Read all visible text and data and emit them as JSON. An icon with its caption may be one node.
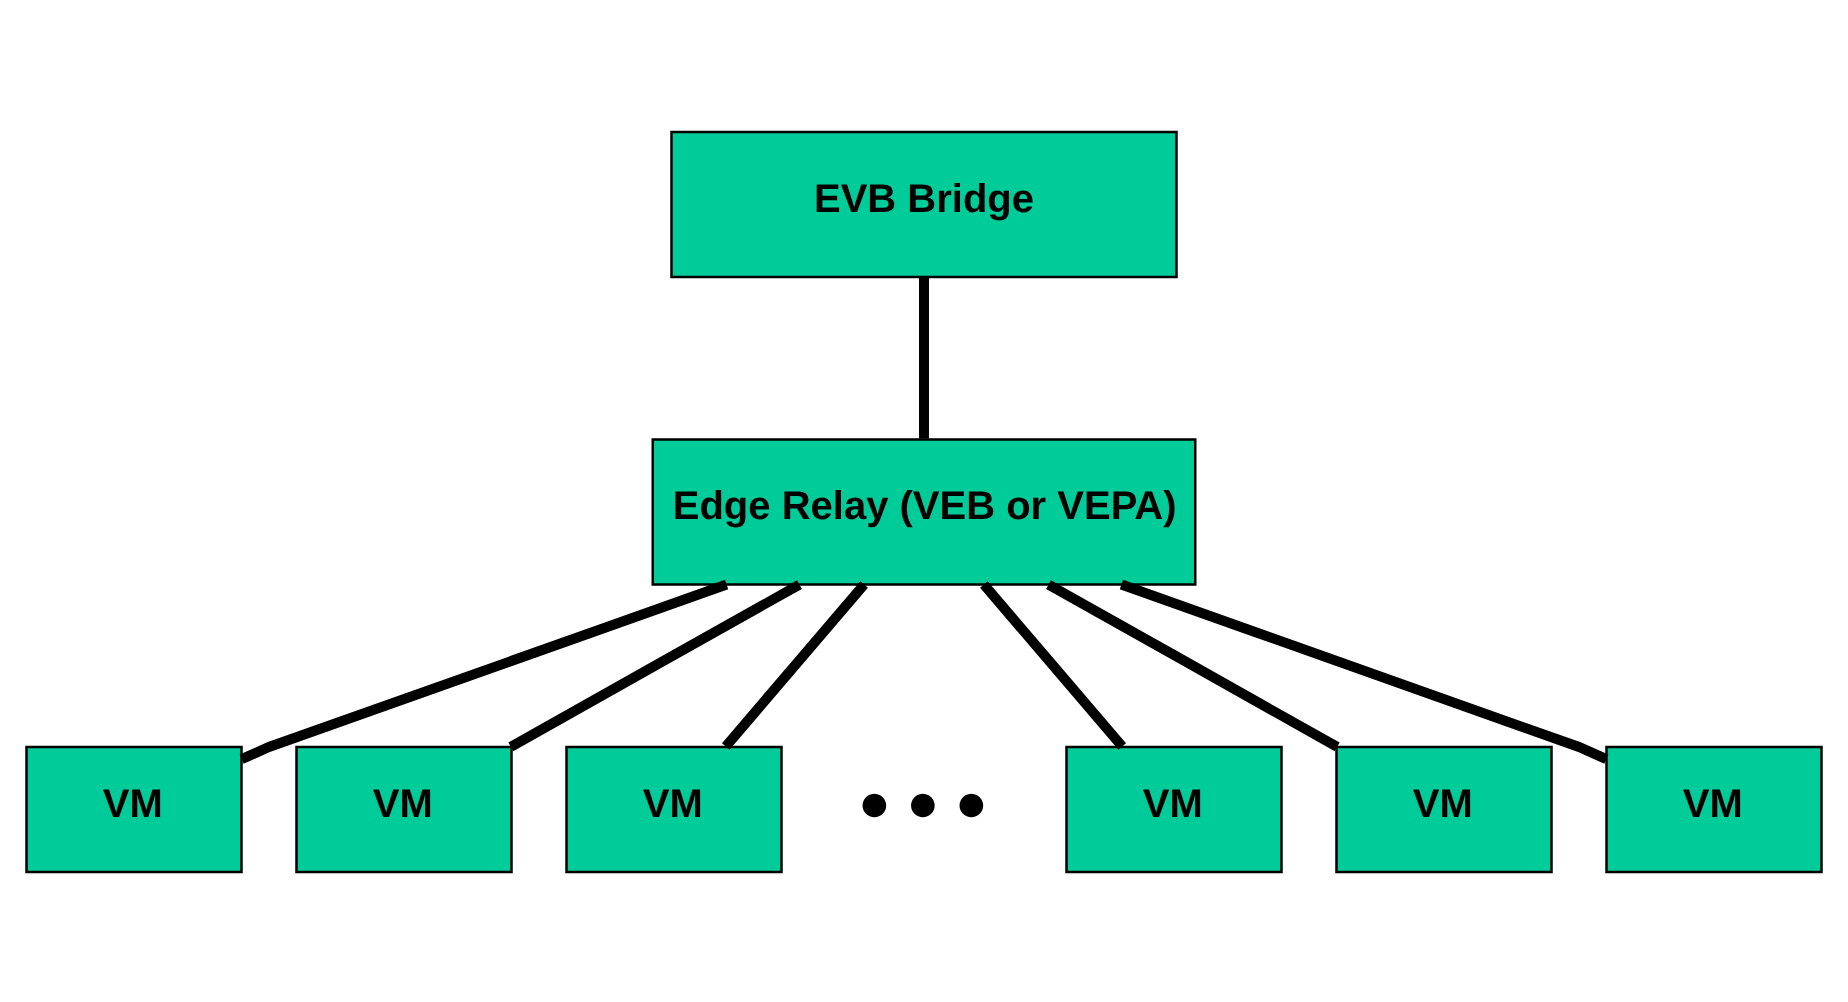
{
  "diagram": {
    "nodes": [
      {
        "text": [
          "EVB Bridge"
        ]
      },
      {
        "text": [
          "Edge Relay (VEB or VEPA)"
        ]
      },
      {
        "text": [
          "VM"
        ]
      },
      {
        "text": [
          "VM"
        ]
      },
      {
        "text": [
          "VM"
        ]
      },
      {
        "text": [
          "VM"
        ]
      },
      {
        "text": [
          "VM"
        ]
      },
      {
        "text": [
          "VM"
        ]
      }
    ],
    "edges": [
      {
        "from": 0,
        "to": 1,
        "arrow": "none"
      },
      {
        "from": 1,
        "to": 2,
        "arrow": "none"
      },
      {
        "from": 1,
        "to": 3,
        "arrow": "none"
      },
      {
        "from": 1,
        "to": 4,
        "arrow": "none"
      },
      {
        "from": 1,
        "to": 5,
        "arrow": "none"
      },
      {
        "from": 1,
        "to": 6,
        "arrow": "none"
      },
      {
        "from": 1,
        "to": 7,
        "arrow": "none"
      }
    ],
    "labels": [
      "● ● ●"
    ]
  }
}
